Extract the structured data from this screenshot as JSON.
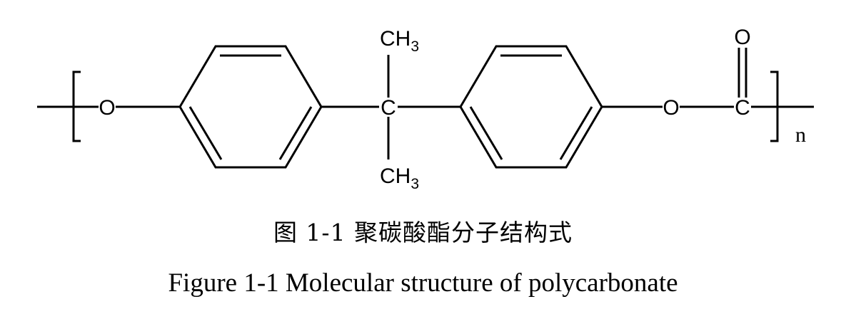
{
  "structure": {
    "atoms": {
      "o_left": "O",
      "c_center": "C",
      "ch3_top": "CH",
      "ch3_top_sub": "3",
      "ch3_bottom": "CH",
      "ch3_bottom_sub": "3",
      "o_right": "O",
      "c_carbonyl": "C",
      "o_carbonyl": "O"
    },
    "repeat_subscript": "n"
  },
  "caption": {
    "chinese": "图 1-1  聚碳酸酯分子结构式",
    "english": "Figure 1-1 Molecular structure of polycarbonate"
  }
}
